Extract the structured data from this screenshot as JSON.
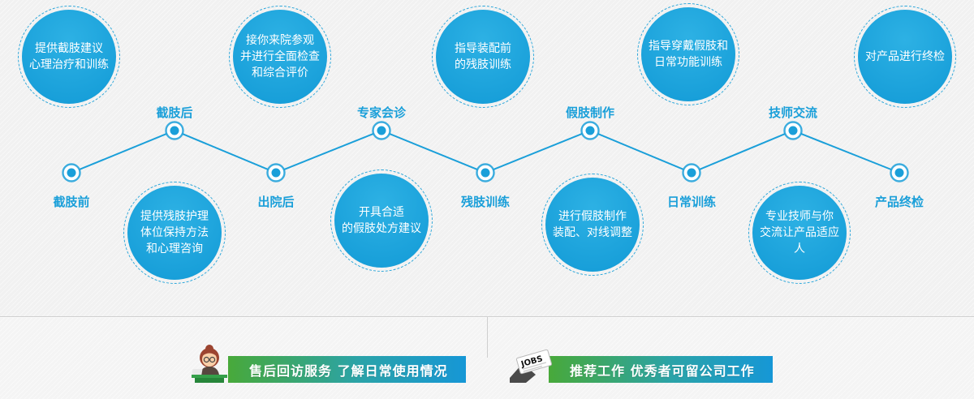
{
  "theme": {
    "accent_blue": "#1a9fd9",
    "circle_blue": "#18a0db",
    "banner_green": "#48a93a",
    "banner_blue": "#1697d6",
    "background": "#f1f1f1",
    "text_on_circle": "#ffffff"
  },
  "stages": [
    {
      "label": "截肢前",
      "node_position": "valley",
      "bubble_row": "top",
      "bubble_text": "提供截肢建议\n心理治疗和训练"
    },
    {
      "label": "截肢后",
      "node_position": "peak",
      "bubble_row": "bottom",
      "bubble_text": "提供残肢护理\n体位保持方法\n和心理咨询"
    },
    {
      "label": "出院后",
      "node_position": "valley",
      "bubble_row": "top",
      "bubble_text": "接你来院参观\n并进行全面检查\n和综合评价"
    },
    {
      "label": "专家会诊",
      "node_position": "peak",
      "bubble_row": "bottom",
      "bubble_text": "开具合适\n的假肢处方建议"
    },
    {
      "label": "残肢训练",
      "node_position": "valley",
      "bubble_row": "top",
      "bubble_text": "指导装配前\n的残肢训练"
    },
    {
      "label": "假肢制作",
      "node_position": "peak",
      "bubble_row": "bottom",
      "bubble_text": "进行假肢制作\n装配、对线调整"
    },
    {
      "label": "日常训练",
      "node_position": "valley",
      "bubble_row": "top",
      "bubble_text": "指导穿戴假肢和\n日常功能训练"
    },
    {
      "label": "技师交流",
      "node_position": "peak",
      "bubble_row": "bottom",
      "bubble_text": "专业技师与你\n交流让产品适应人"
    },
    {
      "label": "产品终检",
      "node_position": "valley",
      "bubble_row": "top",
      "bubble_text": "对产品进行终检"
    }
  ],
  "banners": [
    {
      "icon": "customer-service-icon",
      "text": "售后回访服务 了解日常使用情况"
    },
    {
      "icon": "jobs-newspaper-icon",
      "icon_text": "JOBS",
      "text": "推荐工作 优秀者可留公司工作"
    }
  ]
}
